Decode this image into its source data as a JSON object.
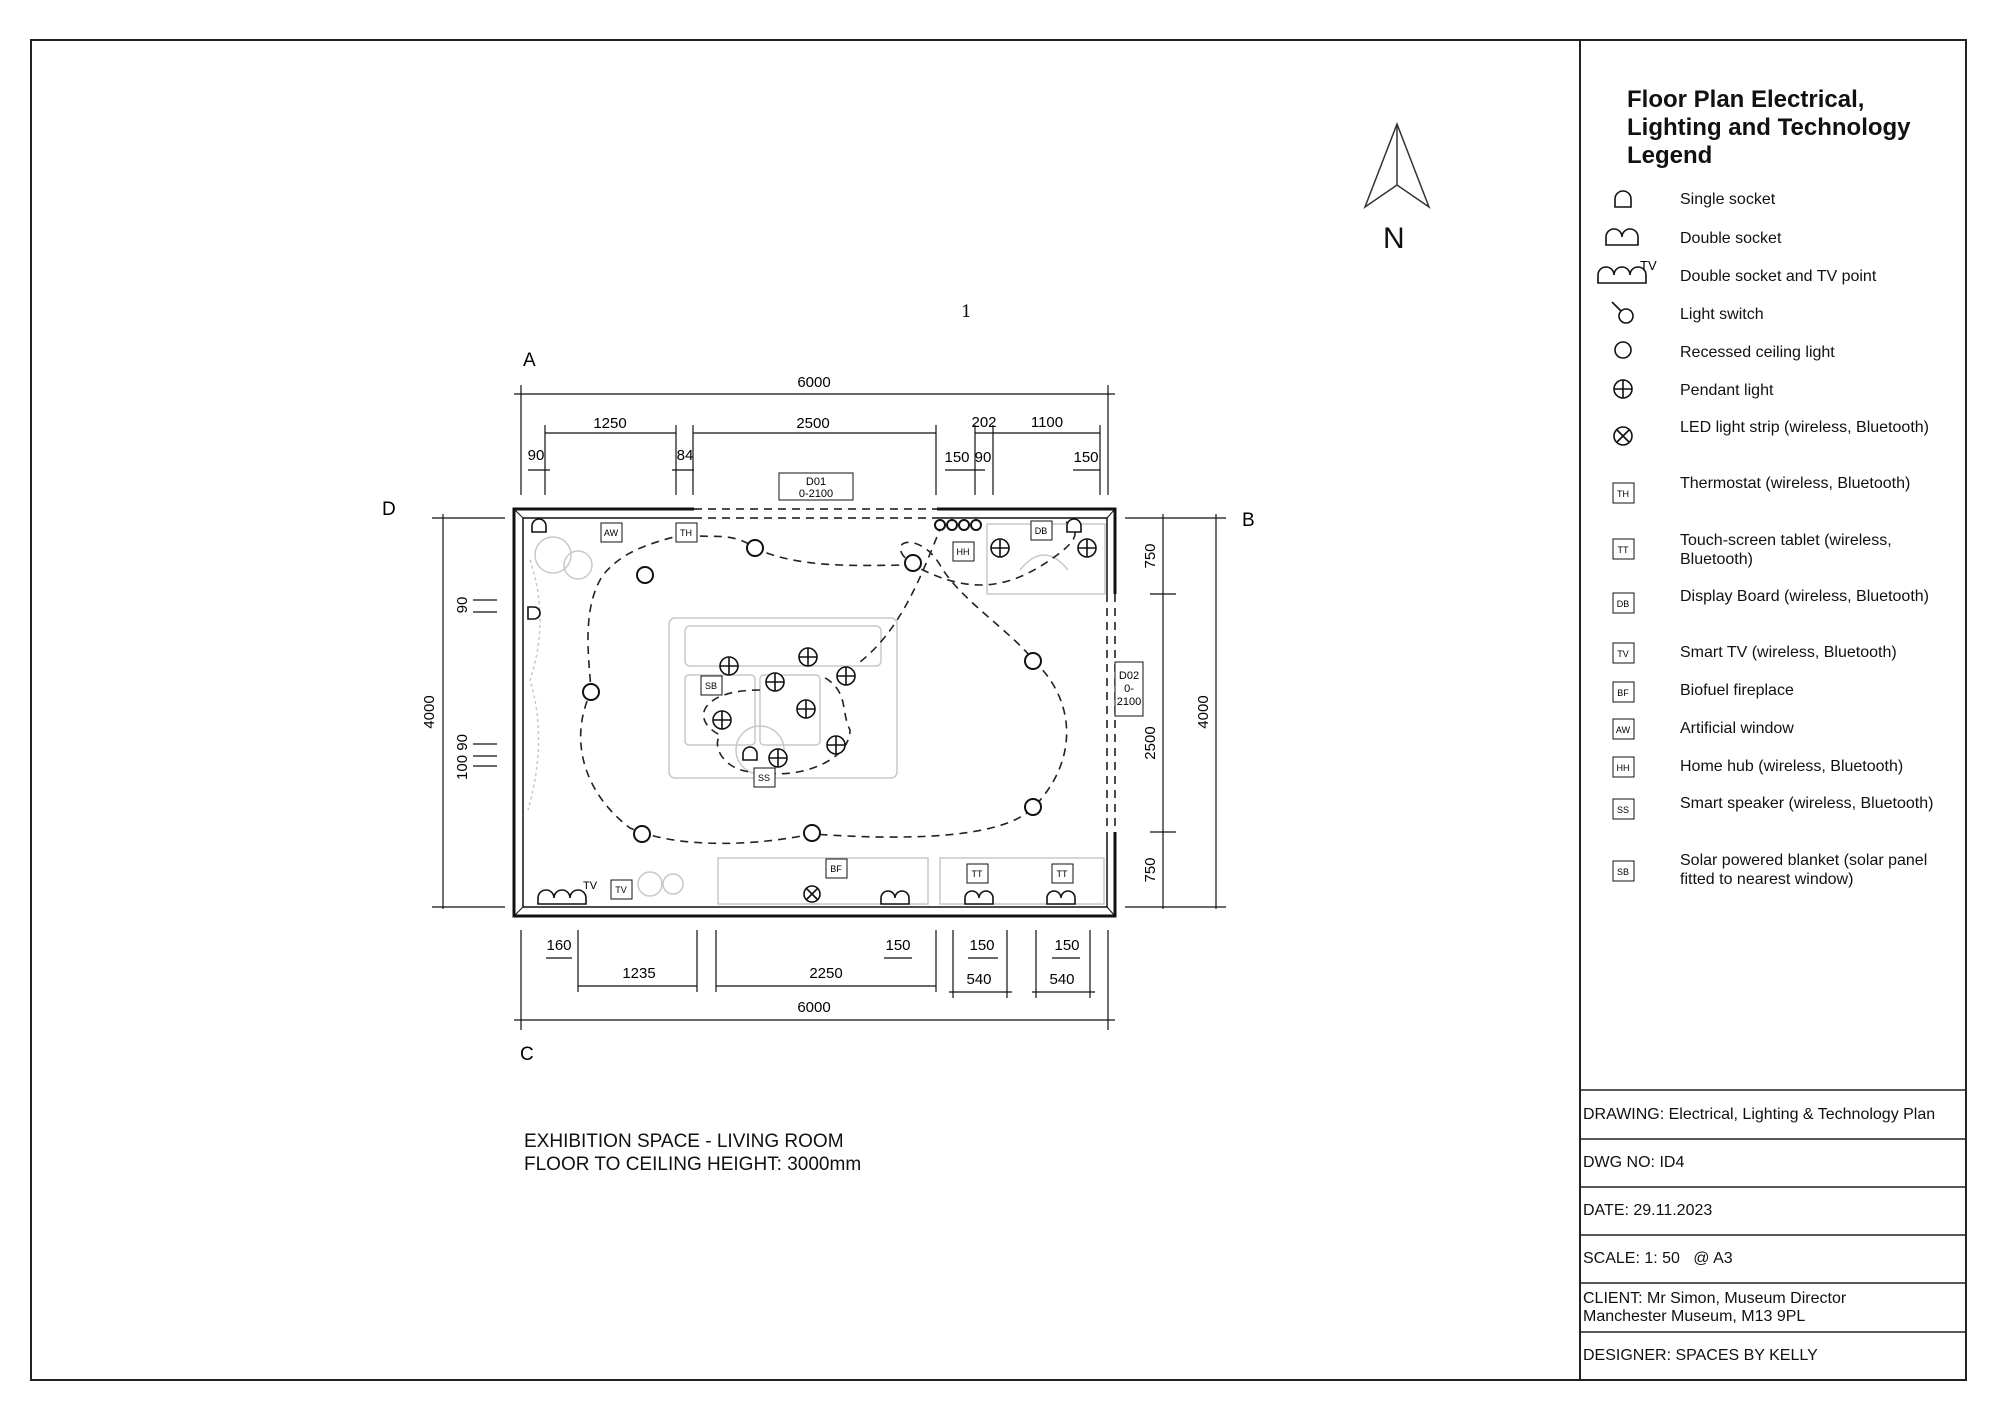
{
  "page_number": "1",
  "north_label": "N",
  "legend": {
    "title": "Floor Plan Electrical, Lighting and Technology Legend",
    "items": [
      {
        "icon": "single-socket-icon",
        "label": "Single socket"
      },
      {
        "icon": "double-socket-icon",
        "label": "Double socket"
      },
      {
        "icon": "double-socket-tv-icon",
        "label": "Double socket and TV point",
        "badge": "TV"
      },
      {
        "icon": "light-switch-icon",
        "label": "Light switch"
      },
      {
        "icon": "recessed-light-icon",
        "label": "Recessed ceiling light"
      },
      {
        "icon": "pendant-light-icon",
        "label": "Pendant light"
      },
      {
        "icon": "led-strip-icon",
        "label": "LED light strip  (wireless, Bluetooth)"
      },
      {
        "icon": "thermostat-icon",
        "label": "Thermostat  (wireless, Bluetooth)",
        "code": "TH"
      },
      {
        "icon": "touch-tablet-icon",
        "label": "Touch-screen tablet  (wireless, Bluetooth)",
        "code": "TT"
      },
      {
        "icon": "display-board-icon",
        "label": "Display Board  (wireless, Bluetooth)",
        "code": "DB"
      },
      {
        "icon": "smart-tv-icon",
        "label": "Smart TV (wireless, Bluetooth)",
        "code": "TV"
      },
      {
        "icon": "biofuel-fireplace-icon",
        "label": "Biofuel fireplace",
        "code": "BF"
      },
      {
        "icon": "artificial-window-icon",
        "label": "Artificial window",
        "code": "AW"
      },
      {
        "icon": "home-hub-icon",
        "label": "Home hub (wireless, Bluetooth)",
        "code": "HH"
      },
      {
        "icon": "smart-speaker-icon",
        "label": "Smart speaker (wireless, Bluetooth)",
        "code": "SS"
      },
      {
        "icon": "solar-blanket-icon",
        "label": "Solar powered blanket (solar panel fitted to nearest window)",
        "code": "SB"
      }
    ]
  },
  "title_block": {
    "drawing": "DRAWING: Electrical, Lighting & Technology Plan",
    "dwg_no": "DWG NO: ID4",
    "date": "DATE: 29.11.2023",
    "scale": "SCALE: 1: 50   @ A3",
    "client_line1": "CLIENT: Mr Simon, Museum Director",
    "client_line2": "Manchester Museum, M13 9PL",
    "designer": "DESIGNER: SPACES BY KELLY"
  },
  "plan": {
    "note_line1": "EXHIBITION SPACE - LIVING ROOM",
    "note_line2": "FLOOR TO CEILING HEIGHT: 3000mm",
    "wall_labels": {
      "a": "A",
      "b": "B",
      "c": "C",
      "d": "D"
    },
    "doors": {
      "d01_code": "D01",
      "d01_size": "0-2100",
      "d02_code": "D02",
      "d02_size_1": "0-",
      "d02_size_2": "2100"
    },
    "dims_top": {
      "overall": "6000",
      "d1250": "1250",
      "d2500": "2500",
      "d202": "202",
      "d1100": "1100",
      "d90a": "90",
      "d84": "84",
      "d150a": "150",
      "d90b": "90",
      "d150b": "150"
    },
    "dims_bottom": {
      "overall": "6000",
      "d160": "160",
      "d1235": "1235",
      "d2250": "2250",
      "d150a": "150",
      "d150b": "150",
      "d540a": "540",
      "d150c": "150",
      "d540b": "540"
    },
    "dims_left": {
      "overall": "4000",
      "d90": "90",
      "d100_90": "100 90"
    },
    "dims_right": {
      "overall": "4000",
      "d750a": "750",
      "d2500": "2500",
      "d750b": "750"
    },
    "codes": {
      "aw": "AW",
      "th": "TH",
      "db": "DB",
      "hh": "HH",
      "sb": "SB",
      "ss": "SS",
      "bf": "BF",
      "tv": "TV",
      "tt": "TT",
      "tv_point": "TV"
    }
  }
}
